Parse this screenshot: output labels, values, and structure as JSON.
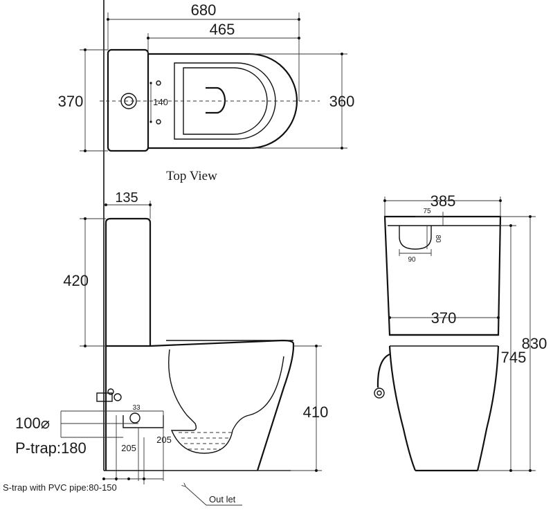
{
  "top_view": {
    "caption": "Top View",
    "dims": {
      "overall_length": "680",
      "bowl_length": "465",
      "overall_width": "370",
      "bowl_width": "360",
      "hole_spacing": "140"
    }
  },
  "side_view": {
    "dims": {
      "tank_depth": "135",
      "tank_height": "420",
      "bowl_height": "410",
      "outlet_size": "100",
      "outlet_symbol": "⌀",
      "p_trap": "P-trap:180",
      "s_trap_a": "205",
      "s_trap_b": "205",
      "outlet_small": "33",
      "s_trap_note": "S-trap with PVC pipe:80-150"
    },
    "outlet_label": "Out let"
  },
  "front_view": {
    "dims": {
      "overall_width": "385",
      "tank_width": "370",
      "button_offset": "75",
      "button_depth": "80",
      "button_width": "90",
      "overall_height": "830",
      "seat_height": "745"
    }
  }
}
